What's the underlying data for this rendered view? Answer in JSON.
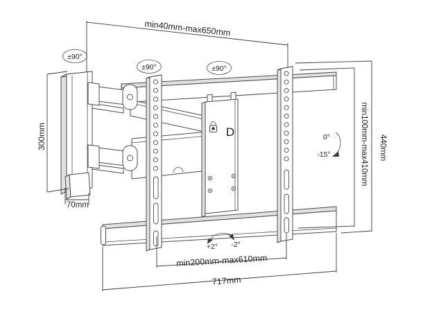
{
  "diagram": {
    "type": "tv-wall-mount-technical-drawing",
    "dimensions": {
      "extension_range": "min40mm-max650mm",
      "wall_plate_height": "300mm",
      "wall_plate_depth": "70mm",
      "vesa_height_range": "min100mm-max410mm",
      "bracket_height": "440mm",
      "vesa_width_range": "min200mm-max610mm",
      "total_width": "717mm"
    },
    "angles": {
      "swivel_left": "±90°",
      "swivel_mid": "±90°",
      "swivel_right": "±90°",
      "tilt_up": "0°",
      "tilt_down": "-15°",
      "level_plus": "+2°",
      "level_minus": "-2°"
    },
    "logo": "D",
    "colors": {
      "line": "#4a4a4a",
      "dimension_line": "#3a3a3a",
      "text": "#222222",
      "shading": "#e3e1df",
      "background": "#ffffff"
    }
  }
}
